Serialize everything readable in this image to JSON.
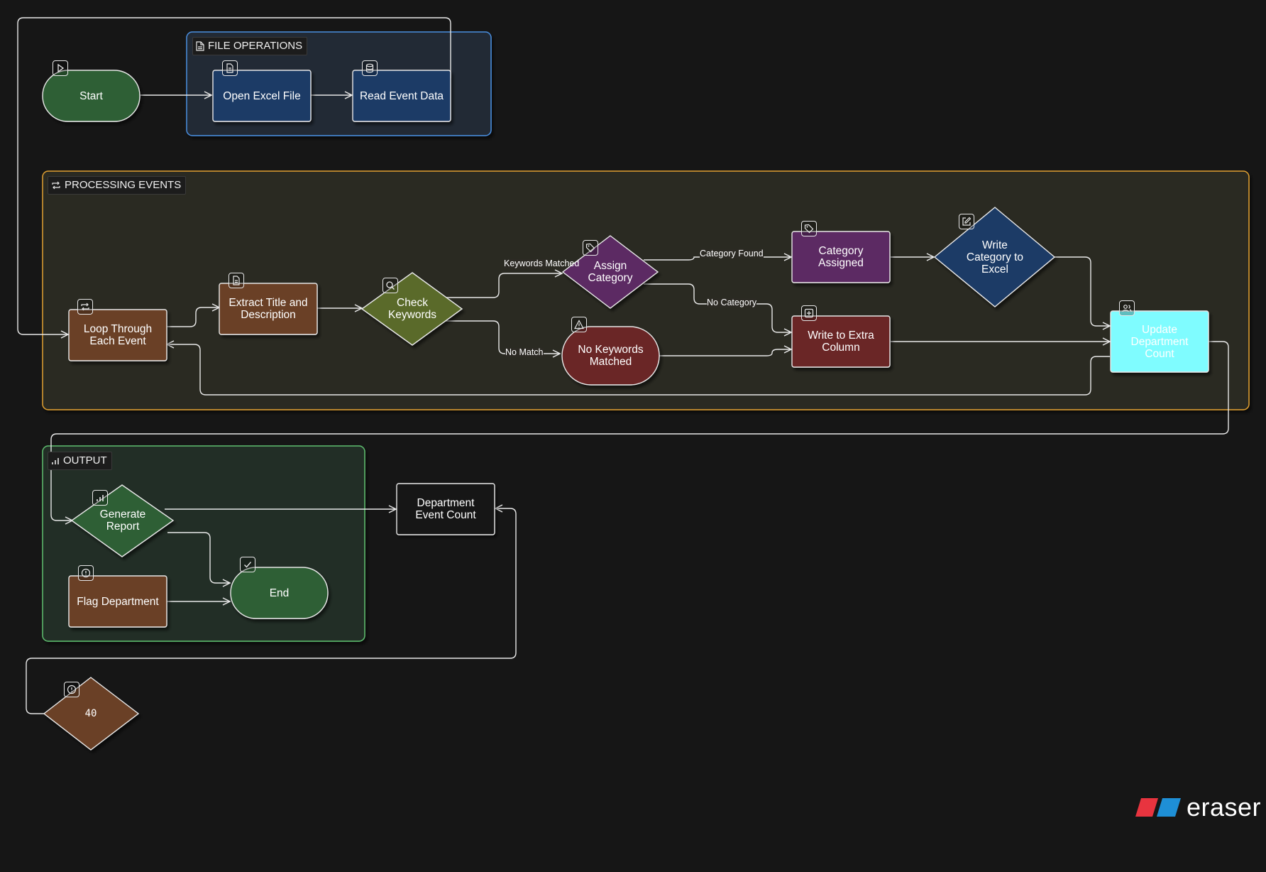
{
  "groups": {
    "file_operations": "FILE OPERATIONS",
    "processing_events": "PROCESSING EVENTS",
    "output": "OUTPUT"
  },
  "nodes": {
    "start": "Start",
    "open_excel": "Open Excel File",
    "read_event": "Read Event Data",
    "loop_events": "Loop Through Each Event",
    "extract_title": "Extract Title and Description",
    "check_keywords": "Check Keywords",
    "assign_category": "Assign Category",
    "no_keywords": "No Keywords Matched",
    "category_assigned": "Category Assigned",
    "write_extra": "Write to Extra Column",
    "write_category": "Write Category to Excel",
    "update_dept": "Update Department Count",
    "generate_report": "Generate Report",
    "dept_event_count": "Department Event Count",
    "flag_dept": "Flag Department",
    "end": "End",
    "threshold": "40"
  },
  "edges": {
    "keywords_matched": "Keywords Matched",
    "no_match": "No Match",
    "category_found": "Category Found",
    "no_category": "No Category"
  },
  "brand": "eraser",
  "colors": {
    "background": "#161616",
    "file_group": "#4a8fe0",
    "processing_group": "#e0a030",
    "output_group": "#5fbf6f",
    "green_node": "#2e5e35",
    "blue_node": "#1f3a66",
    "brown_node": "#6b4126",
    "olive_node": "#5a6a2a",
    "purple_node": "#5c2b63",
    "red_node": "#6a2626",
    "cyan_node": "#7ffcff"
  }
}
